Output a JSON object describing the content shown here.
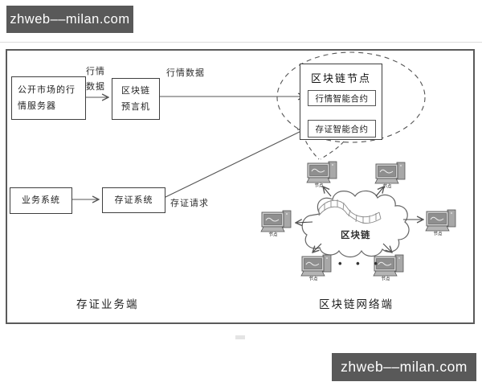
{
  "watermark": {
    "text": "zhweb––milan.com"
  },
  "diagram": {
    "left_panel": {
      "market_server": {
        "lines": [
          "公开市场的行",
          "情服务器"
        ]
      },
      "oracle": {
        "lines": [
          "区块链",
          "预言机"
        ]
      },
      "business_system": "业务系统",
      "attest_system": "存证系统",
      "labels": {
        "quote_data_vertical": [
          "行情",
          "数据"
        ],
        "quote_data": "行情数据",
        "attest_request": "存证请求"
      },
      "caption": "存证业务端"
    },
    "node_balloon": {
      "title": "区块链节点",
      "quote_contract": "行情智能合约",
      "attest_contract": "存证智能合约"
    },
    "network": {
      "cloud_label": "区块链",
      "computer_label": "节点",
      "more_nodes": "• • •",
      "caption": "区块链网络端"
    }
  },
  "colors": {
    "watermark_bg": "#595959",
    "watermark_fg": "#ffffff",
    "line": "#555555",
    "box_border": "#3f3f3f",
    "screen_fill": "#8f8f8f",
    "monitor_fill": "#cfcfcf"
  }
}
